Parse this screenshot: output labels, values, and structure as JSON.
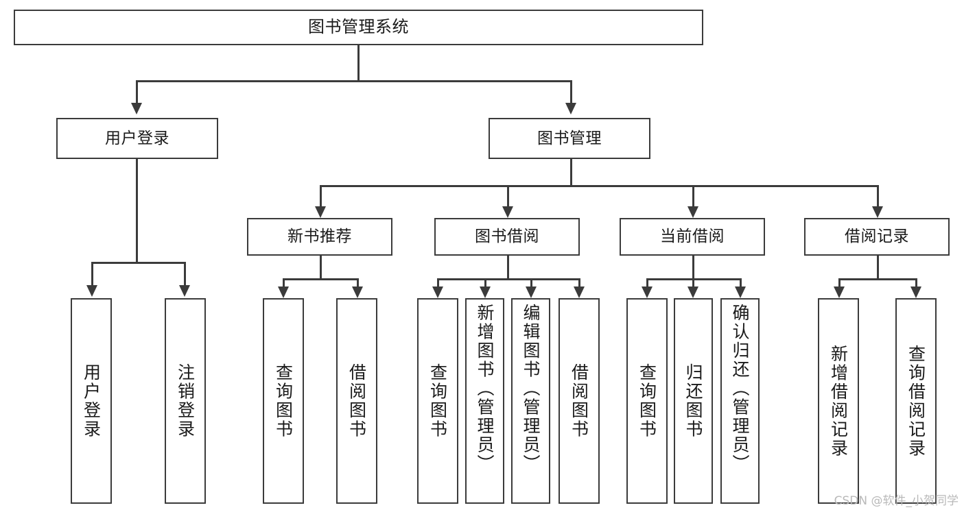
{
  "diagram": {
    "type": "tree-hierarchy",
    "title": "图书管理系统",
    "watermark": "CSDN @软件_小贺同学",
    "colors": {
      "background": "#ffffff",
      "stroke": "#3b3b3b",
      "text": "#1a1a1a",
      "watermark": "#b9b9b9"
    },
    "root": {
      "label": "图书管理系统",
      "children": [
        {
          "label": "用户登录",
          "children": [
            {
              "label": "用户登录"
            },
            {
              "label": "注销登录"
            }
          ]
        },
        {
          "label": "图书管理",
          "children": [
            {
              "label": "新书推荐",
              "children": [
                {
                  "label": "查询图书"
                },
                {
                  "label": "借阅图书"
                }
              ]
            },
            {
              "label": "图书借阅",
              "children": [
                {
                  "label": "查询图书"
                },
                {
                  "label": "新增图书（管理员）"
                },
                {
                  "label": "编辑图书（管理员）"
                },
                {
                  "label": "借阅图书"
                }
              ]
            },
            {
              "label": "当前借阅",
              "children": [
                {
                  "label": "查询图书"
                },
                {
                  "label": "归还图书"
                },
                {
                  "label": "确认归还（管理员）"
                }
              ]
            },
            {
              "label": "借阅记录",
              "children": [
                {
                  "label": "新增借阅记录"
                },
                {
                  "label": "查询借阅记录"
                }
              ]
            }
          ]
        }
      ]
    },
    "nodes": {
      "root": "图书管理系统",
      "user_login": "用户登录",
      "book_manage": "图书管理",
      "new_book_rec": "新书推荐",
      "book_borrow": "图书借阅",
      "current_borrow": "当前借阅",
      "borrow_record": "借阅记录",
      "leaf_user_login": "用户登录",
      "leaf_user_logout": "注销登录",
      "leaf_rec_query": "查询图书",
      "leaf_rec_borrow": "借阅图书",
      "leaf_bb_query": "查询图书",
      "leaf_bb_add": "新增图书（管理员）",
      "leaf_bb_edit": "编辑图书（管理员）",
      "leaf_bb_borrow": "借阅图书",
      "leaf_cb_query": "查询图书",
      "leaf_cb_return": "归还图书",
      "leaf_cb_confirm": "确认归还（管理员）",
      "leaf_br_add": "新增借阅记录",
      "leaf_br_query": "查询借阅记录"
    }
  }
}
